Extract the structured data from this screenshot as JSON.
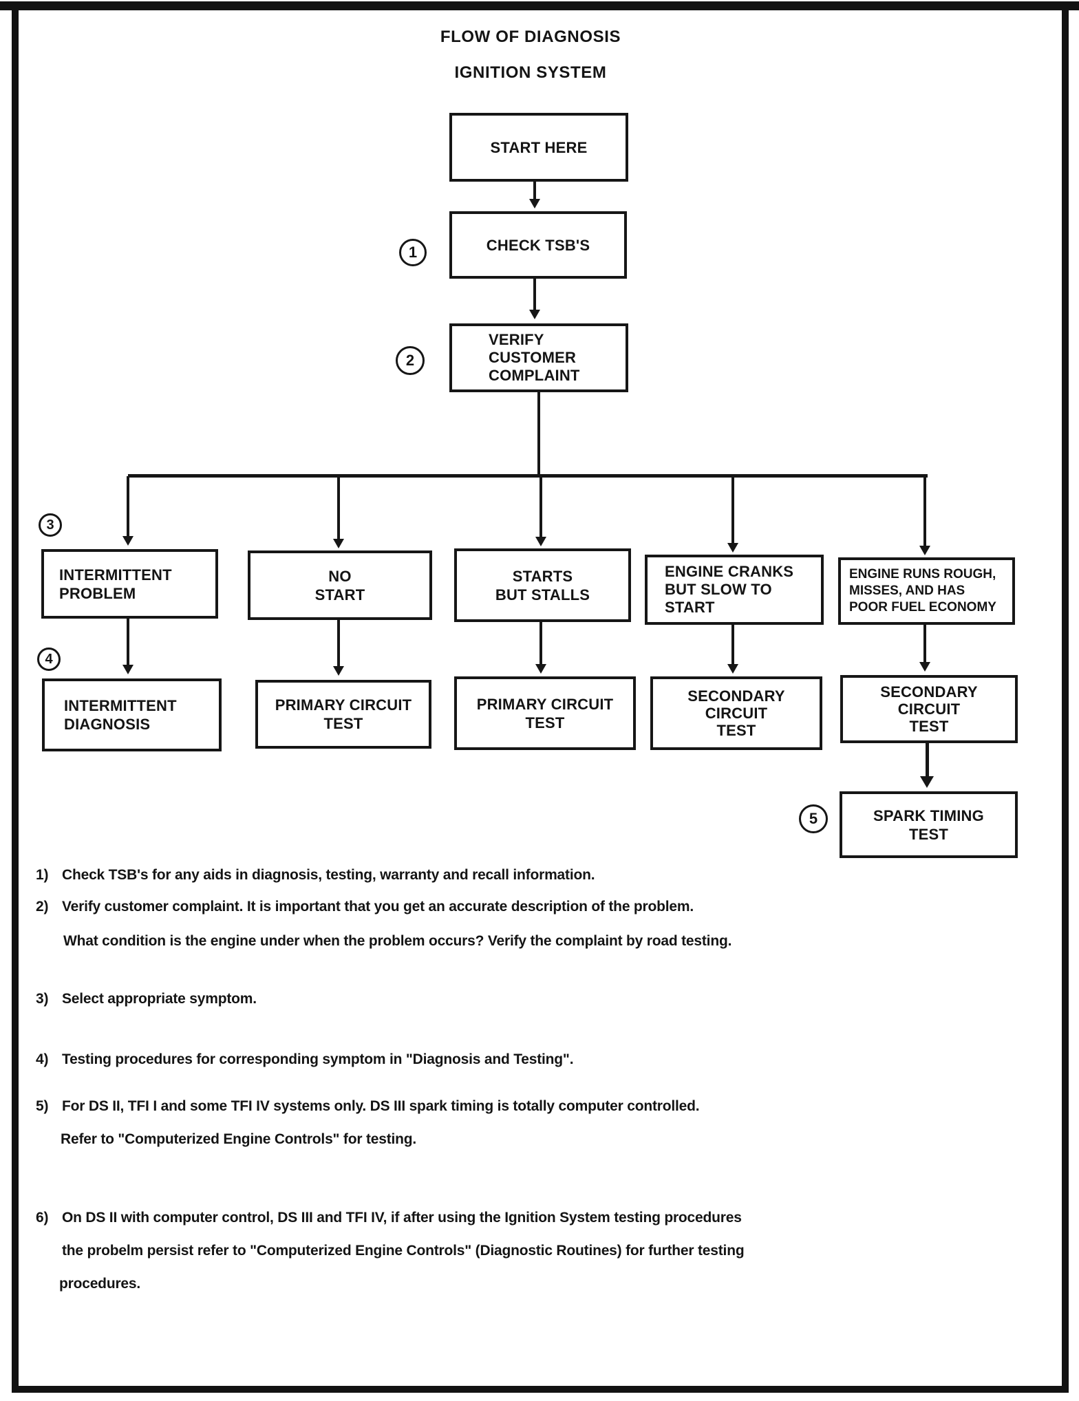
{
  "page": {
    "title": "FLOW OF DIAGNOSIS",
    "subtitle": "IGNITION SYSTEM",
    "ink_color": "#161616"
  },
  "flowchart": {
    "callouts": [
      "1",
      "2",
      "3",
      "4",
      "5"
    ],
    "start": {
      "lines": [
        "START HERE"
      ]
    },
    "check_tsbs": {
      "lines": [
        "CHECK TSB'S"
      ]
    },
    "verify_complaint": {
      "lines": [
        "VERIFY",
        "CUSTOMER",
        "COMPLAINT"
      ]
    },
    "symptoms": [
      {
        "lines": [
          "INTERMITTENT",
          "PROBLEM"
        ]
      },
      {
        "lines": [
          "NO",
          "START"
        ]
      },
      {
        "lines": [
          "STARTS",
          "BUT  STALLS"
        ]
      },
      {
        "lines": [
          "ENGINE CRANKS",
          "BUT SLOW TO",
          "START"
        ]
      },
      {
        "lines": [
          "ENGINE RUNS ROUGH,",
          "MISSES, AND HAS",
          "POOR FUEL ECONOMY"
        ]
      }
    ],
    "tests": [
      {
        "lines": [
          "INTERMITTENT",
          "DIAGNOSIS"
        ]
      },
      {
        "lines": [
          "PRIMARY CIRCUIT",
          "TEST"
        ]
      },
      {
        "lines": [
          "PRIMARY CIRCUIT",
          "TEST"
        ]
      },
      {
        "lines": [
          "SECONDARY",
          "CIRCUIT",
          "TEST"
        ]
      },
      {
        "lines": [
          "SECONDARY",
          "CIRCUIT",
          "TEST"
        ]
      }
    ],
    "spark_timing": {
      "lines": [
        "SPARK TIMING",
        "TEST"
      ]
    }
  },
  "notes": [
    {
      "num": "1)",
      "lines": [
        "Check TSB's for any aids in diagnosis, testing, warranty and recall  information."
      ]
    },
    {
      "num": "2)",
      "lines": [
        "Verify customer complaint. It is important that you get an accurate description of the problem.",
        "What condition is the engine under when the  problem occurs? Verify the complaint by road testing."
      ]
    },
    {
      "num": "3)",
      "lines": [
        "Select appropriate symptom."
      ]
    },
    {
      "num": "4)",
      "lines": [
        "Testing procedures for corresponding symptom in \"Diagnosis and Testing\"."
      ]
    },
    {
      "num": "5)",
      "lines": [
        "For DS II, TFI I and some TFI IV systems only. DS III spark timing is totally computer controlled.",
        "Refer to \"Computerized Engine Controls\" for testing."
      ]
    },
    {
      "num": "6)",
      "lines": [
        "On DS II with computer control, DS III and TFI IV, if  after using the Ignition System testing procedures",
        "the probelm persist refer to \"Computerized Engine Controls\" (Diagnostic Routines) for further testing",
        "procedures."
      ]
    }
  ]
}
